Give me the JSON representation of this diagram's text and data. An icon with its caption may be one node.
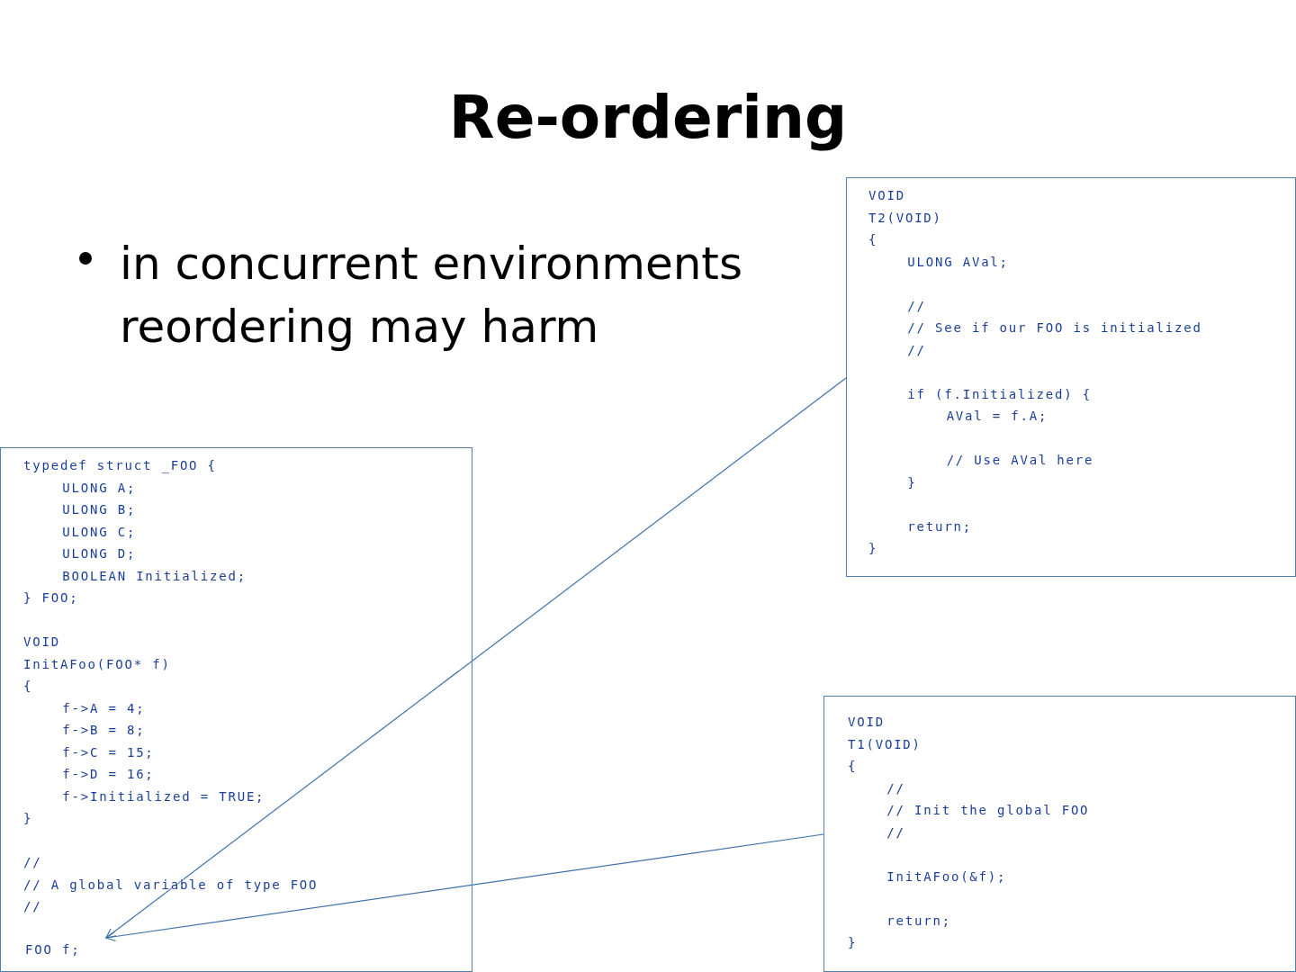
{
  "diagram": {
    "title": "Re-ordering",
    "nodes": [
      {
        "text": [
          "VOID",
          "T2(VOID)",
          "{",
          "ULONG AVal;",
          "//",
          "// See if our FOO is initialized",
          "//",
          "if (f.Initialized) {",
          "AVal = f.A;",
          "// Use AVal here",
          "}",
          "return;",
          "}"
        ]
      },
      {
        "text": [
          "typedef struct _FOO {",
          "ULONG A;",
          "ULONG B;",
          "ULONG C;",
          "ULONG D;",
          "BOOLEAN Initialized;",
          "} FOO;",
          "VOID",
          "InitAFoo(FOO* f)",
          "{",
          "f->A = 4;",
          "f->B = 8;",
          "f->C = 15;",
          "f->D = 16;",
          "f->Initialized = TRUE;",
          "}",
          "//",
          "// A global variable of type FOO",
          "//"
        ]
      },
      {
        "text": [
          "FOO f;"
        ],
        "in": 1
      },
      {
        "text": [
          "VOID",
          "T1(VOID)",
          "{",
          "//",
          "// Init the global FOO",
          "//",
          "InitAFoo(&f);",
          "return;",
          "}"
        ]
      }
    ],
    "edges": [
      {
        "from": 0,
        "to": 2,
        "arrow": "to"
      },
      {
        "from": 3,
        "to": 2,
        "arrow": "to"
      }
    ],
    "labels": [
      "in concurrent environments reordering may harm"
    ]
  }
}
